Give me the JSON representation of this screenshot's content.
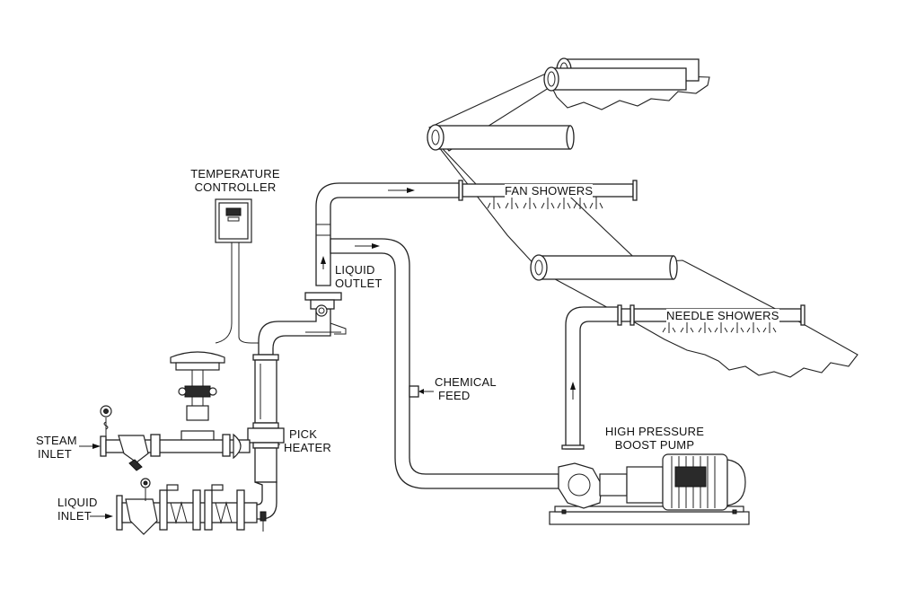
{
  "labels": {
    "temperature_controller": [
      "TEMPERATURE",
      "CONTROLLER"
    ],
    "liquid_outlet": [
      "LIQUID",
      "OUTLET"
    ],
    "fan_showers": "FAN SHOWERS",
    "needle_showers": "NEEDLE SHOWERS",
    "chemical_feed": [
      "CHEMICAL",
      "FEED"
    ],
    "high_pressure_boost_pump": [
      "HIGH PRESSURE",
      "BOOST PUMP"
    ],
    "steam_inlet": [
      "STEAM",
      "INLET"
    ],
    "pick_heater": [
      "PICK",
      "HEATER"
    ],
    "liquid_inlet": [
      "LIQUID",
      "INLET"
    ]
  },
  "colors": {
    "line": "#222222",
    "background": "#ffffff",
    "text": "#111111"
  },
  "icons": [
    "flow-arrow-icon",
    "spray-nozzle-icon",
    "pressure-gauge-icon",
    "motor-icon"
  ]
}
